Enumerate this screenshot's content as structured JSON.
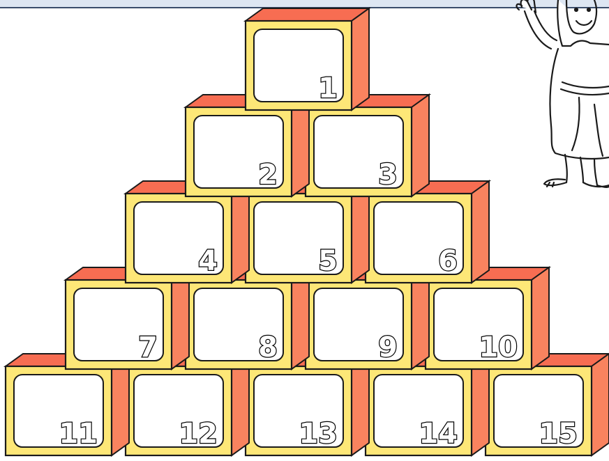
{
  "colors": {
    "box_front": "#fde777",
    "box_side": "#f9835f",
    "box_top": "#f76d52",
    "outline": "#1a1a1a",
    "background": "#ffffff"
  },
  "pyramid": {
    "rows": [
      [
        "1"
      ],
      [
        "2",
        "3"
      ],
      [
        "4",
        "5",
        "6"
      ],
      [
        "7",
        "8",
        "9",
        "10"
      ],
      [
        "11",
        "12",
        "13",
        "14",
        "15"
      ]
    ]
  },
  "decorations": {
    "character": "waving-child-outline-drawing"
  }
}
